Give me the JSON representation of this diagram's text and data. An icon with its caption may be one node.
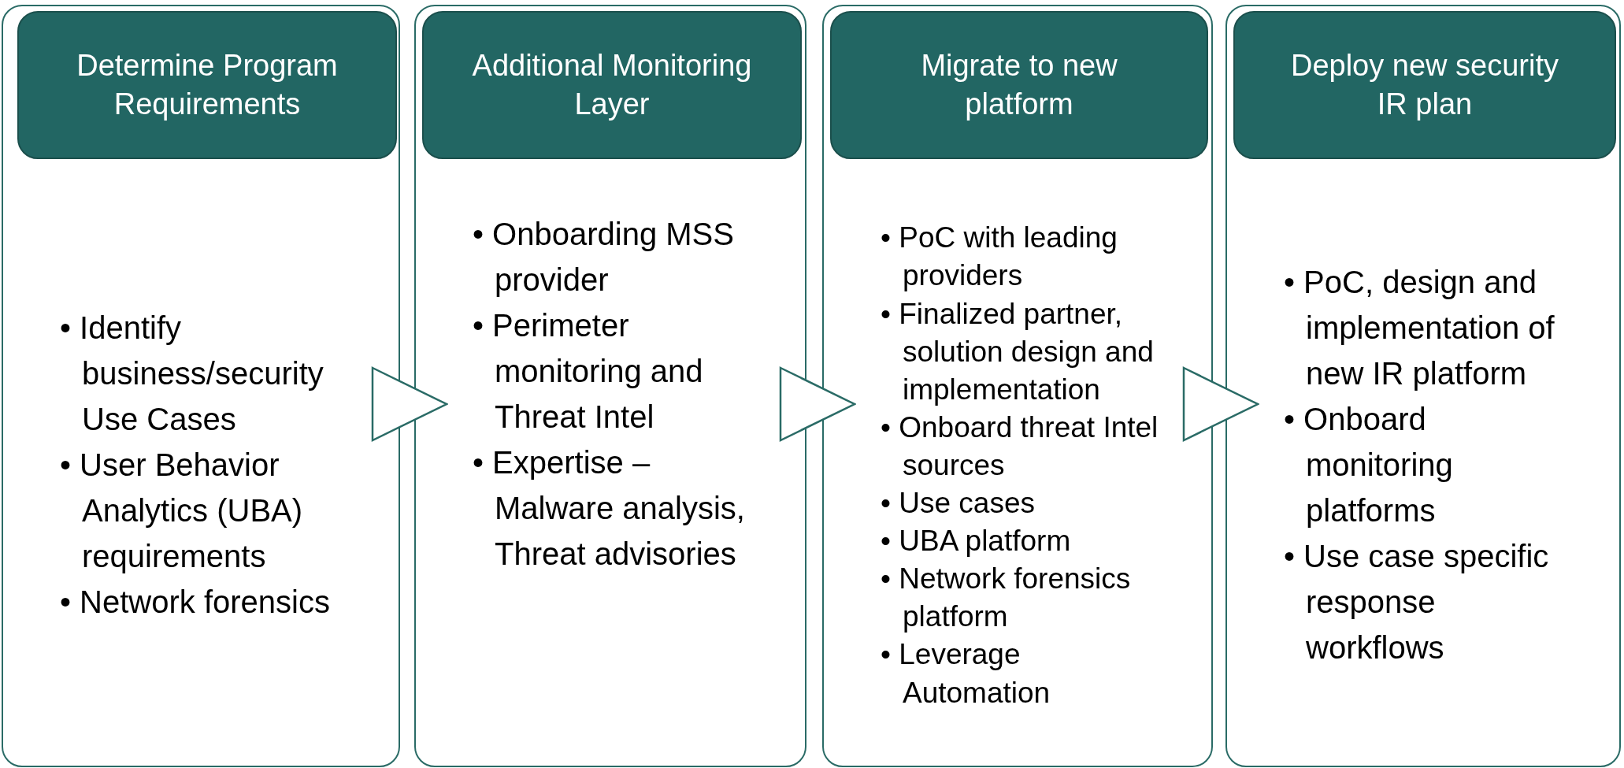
{
  "diagram": {
    "nodes": [
      {
        "text": [
          "• Identify business/security Use Cases",
          "• User Behavior Analytics (UBA) requirements",
          "• Network forensics"
        ]
      },
      {
        "text": [
          "Determine Program Requirements"
        ],
        "in": 0
      },
      {
        "text": [
          "• Onboarding MSS provider",
          "• Perimeter monitoring and Threat Intel",
          "• Expertise – Malware analysis, Threat advisories"
        ]
      },
      {
        "text": [
          "Additional Monitoring Layer"
        ],
        "in": 2
      },
      {
        "text": [
          "• PoC with leading providers",
          "• Finalized partner, solution design and implementation",
          "• Onboard threat Intel sources",
          "• Use cases",
          "• UBA platform",
          "• Network forensics platform",
          "• Leverage Automation"
        ]
      },
      {
        "text": [
          "Migrate to new platform"
        ],
        "in": 4
      },
      {
        "text": [
          "• PoC, design and implementation of new IR platform",
          "• Onboard monitoring platforms",
          "• Use case specific response workflows"
        ]
      },
      {
        "text": [
          "Deploy new security IR plan"
        ],
        "in": 6
      }
    ],
    "edges": [
      {
        "from": 0,
        "to": 2,
        "arrow": "to"
      },
      {
        "from": 2,
        "to": 4,
        "arrow": "to"
      },
      {
        "from": 4,
        "to": 6,
        "arrow": "to"
      }
    ]
  }
}
